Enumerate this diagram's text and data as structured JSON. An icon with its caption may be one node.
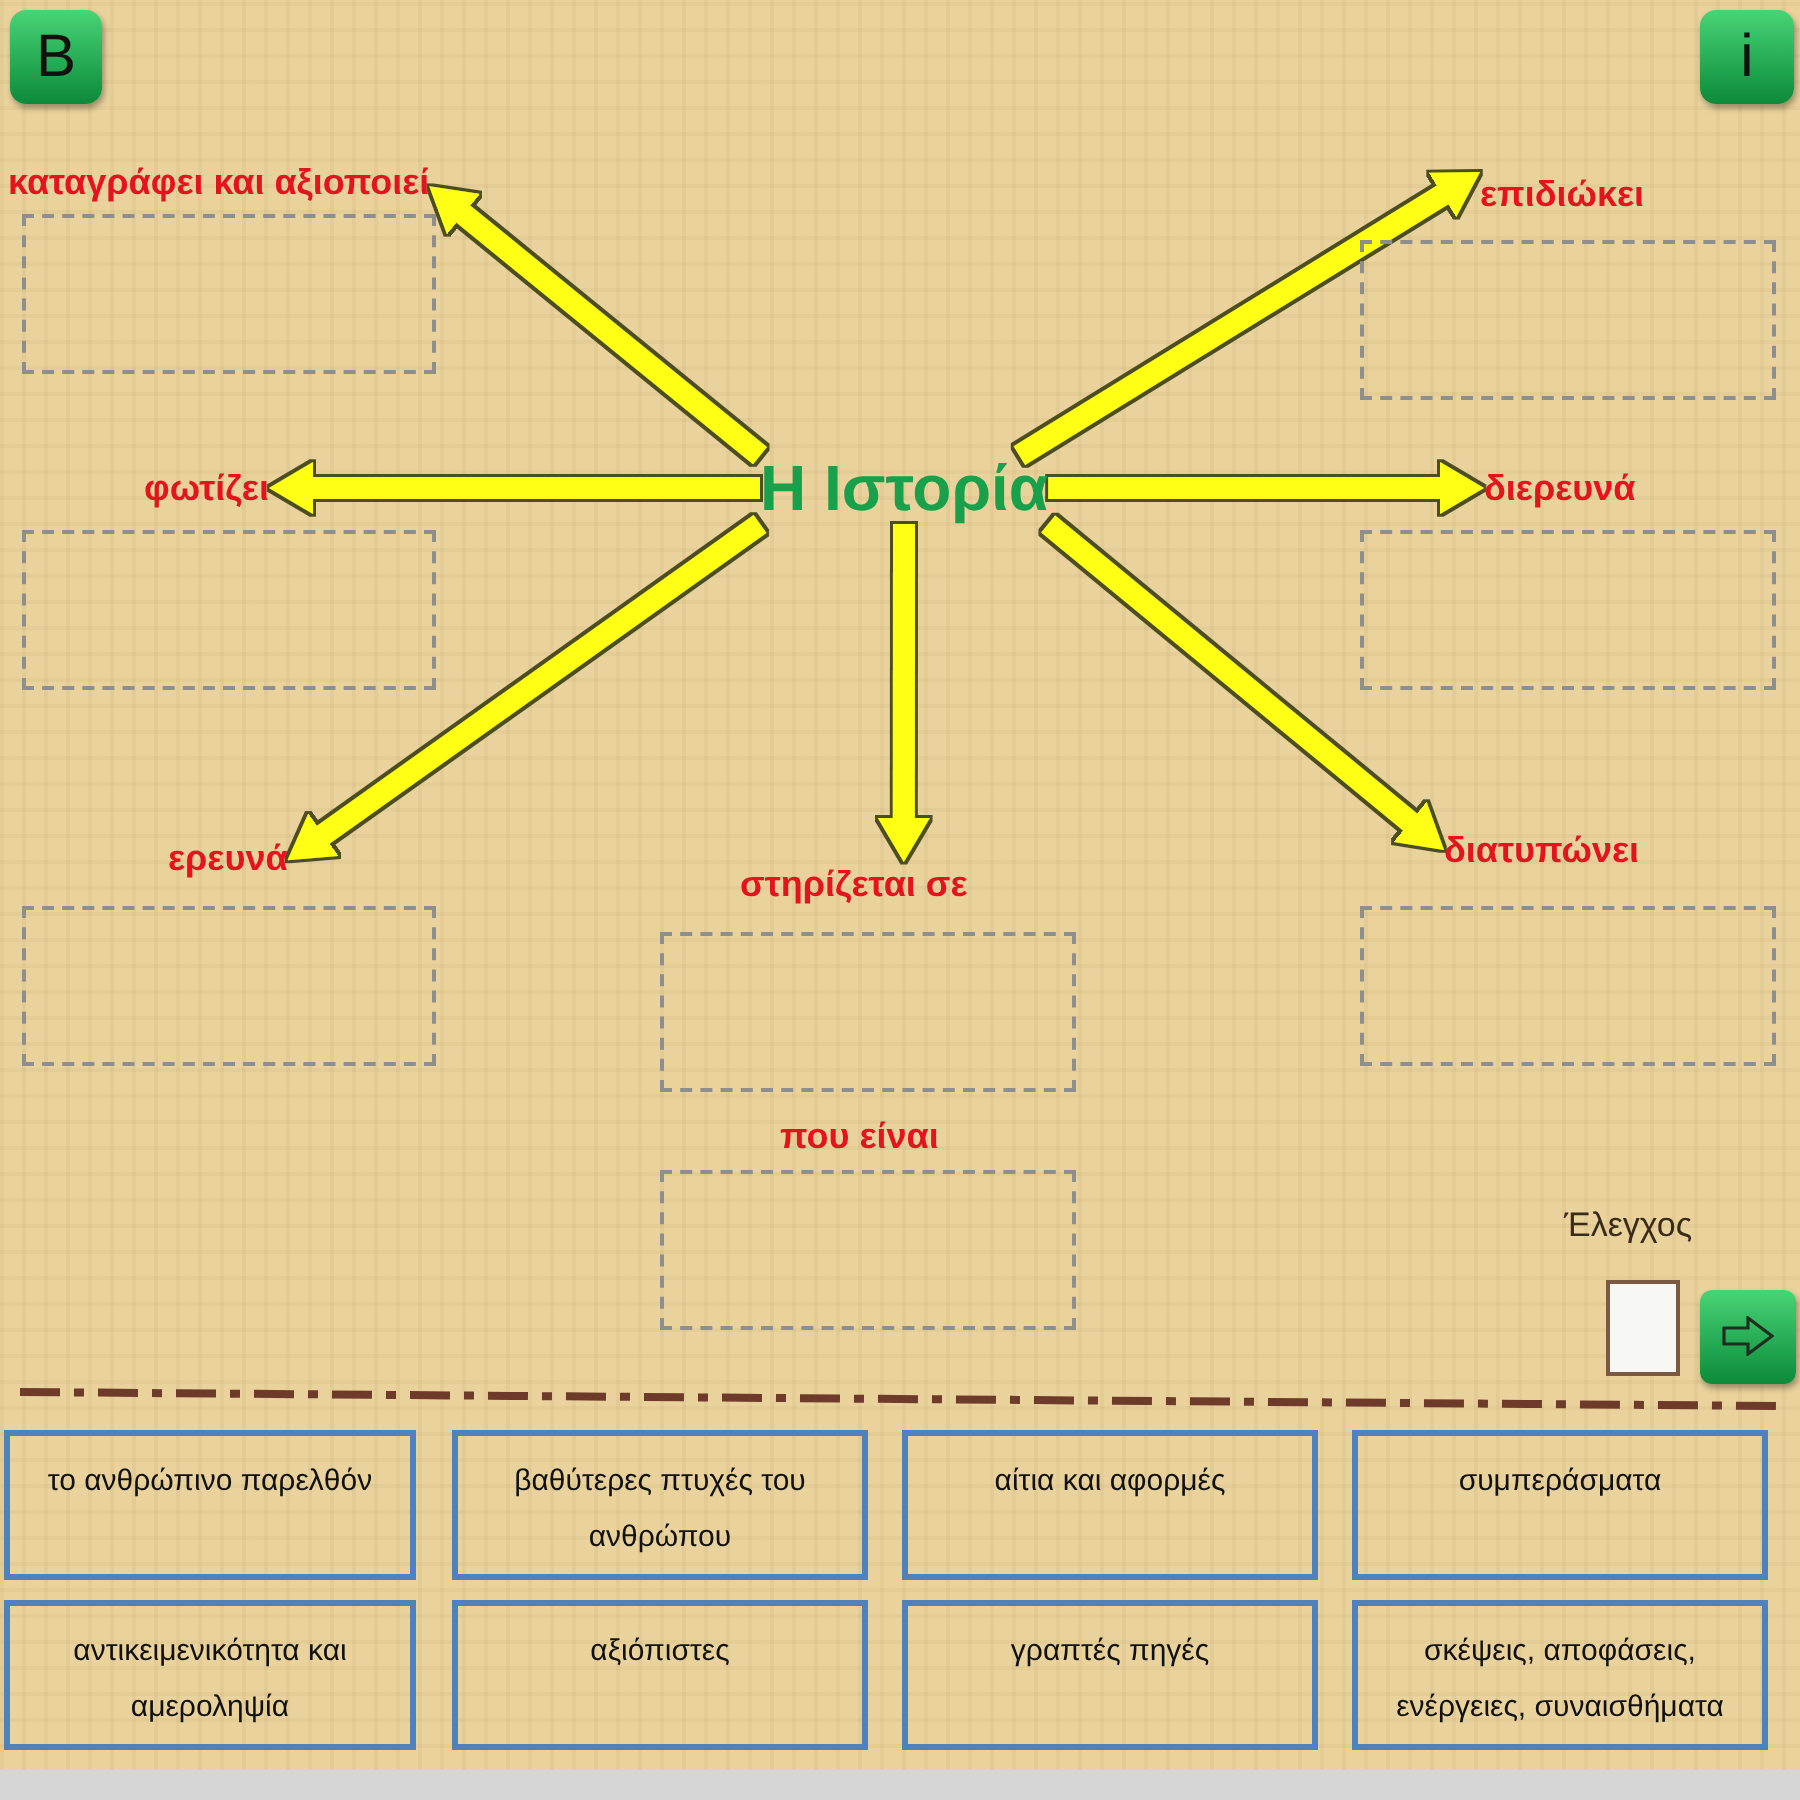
{
  "diagram": {
    "nodes": [
      {
        "text": [
          "καταγράφει και αξιοποιεί"
        ]
      },
      {
        "text": [
          "επιδιώκει"
        ]
      },
      {
        "text": [],
        "shape": "box"
      },
      {
        "text": [],
        "shape": "box"
      },
      {
        "text": [
          "φωτίζει"
        ]
      },
      {
        "text": [
          "Η Ιστορία"
        ]
      },
      {
        "text": [
          "διερευνά"
        ]
      },
      {
        "text": [],
        "shape": "box"
      },
      {
        "text": [],
        "shape": "box"
      },
      {
        "text": [
          "ερευνά"
        ]
      },
      {
        "text": [
          "στηρίζεται σε"
        ]
      },
      {
        "text": [
          "διατυπώνει"
        ]
      },
      {
        "text": [],
        "shape": "box"
      },
      {
        "text": [],
        "shape": "box"
      },
      {
        "text": [],
        "shape": "box"
      },
      {
        "text": [],
        "shape": "box"
      },
      {
        "text": [
          "το ανθρώπινο παρελθόν"
        ]
      },
      {
        "text": [
          "βαθύτερες πτυχές του ανθρώπου"
        ]
      },
      {
        "text": [
          "αίτια και αφορμές"
        ]
      },
      {
        "text": [
          "συμπεράσματα"
        ]
      },
      {
        "text": [
          "αντικειμενικότητα και αμεροληψία"
        ]
      },
      {
        "text": [
          "αξιόπιστες"
        ]
      },
      {
        "text": [
          "γραπτές πηγές"
        ]
      },
      {
        "text": [
          "σκέψεις, αποφάσεις, ενέργειες, συναισθήματα"
        ]
      }
    ],
    "edges": [
      {
        "from": 5,
        "to": 0,
        "arrow": "to"
      },
      {
        "from": 5,
        "to": 1,
        "arrow": "to"
      },
      {
        "from": 5,
        "to": 4,
        "arrow": "to"
      },
      {
        "from": 5,
        "to": 6,
        "arrow": "to"
      },
      {
        "from": 5,
        "to": 9,
        "arrow": "to"
      },
      {
        "from": 5,
        "to": 10,
        "arrow": "to"
      },
      {
        "from": 5,
        "to": 11,
        "arrow": "to"
      }
    ],
    "labels": [
      "B",
      "i",
      "που είναι",
      "Έλεγχος"
    ]
  }
}
